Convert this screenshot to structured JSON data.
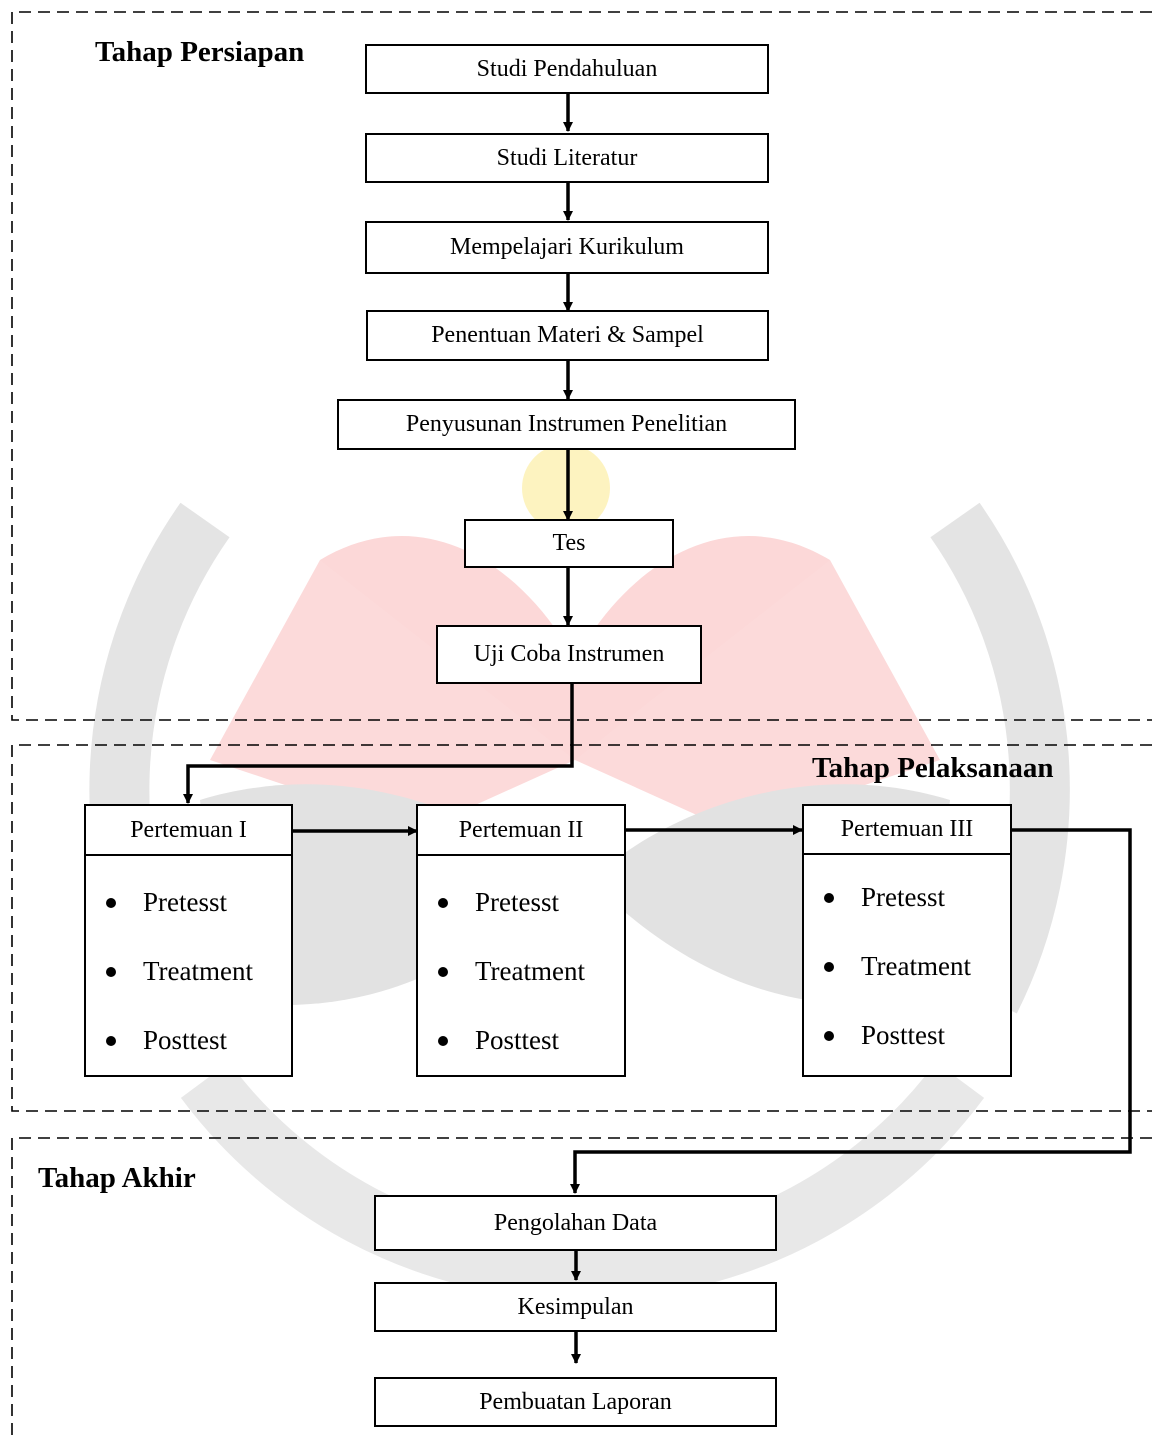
{
  "stages": {
    "persiapan": "Tahap Persiapan",
    "pelaksanaan": "Tahap Pelaksanaan",
    "akhir": "Tahap Akhir"
  },
  "preparation_steps": [
    "Studi Pendahuluan",
    "Studi Literatur",
    "Mempelajari Kurikulum",
    "Penentuan Materi & Sampel",
    "Penyusunan Instrumen Penelitian",
    "Tes",
    "Uji Coba Instrumen"
  ],
  "sessions": [
    {
      "title": "Pertemuan I",
      "items": [
        "Pretesst",
        "Treatment",
        "Posttest"
      ]
    },
    {
      "title": "Pertemuan II",
      "items": [
        "Pretesst",
        "Treatment",
        "Posttest"
      ]
    },
    {
      "title": "Pertemuan III",
      "items": [
        "Pretesst",
        "Treatment",
        "Posttest"
      ]
    }
  ],
  "final_steps": [
    "Pengolahan Data",
    "Kesimpulan",
    "Pembuatan Laporan"
  ],
  "colors": {
    "line": "#000000",
    "watermark_gray": "#d6d6d6",
    "watermark_red": "#fcd2d2",
    "highlight": "#fdf3c0"
  }
}
